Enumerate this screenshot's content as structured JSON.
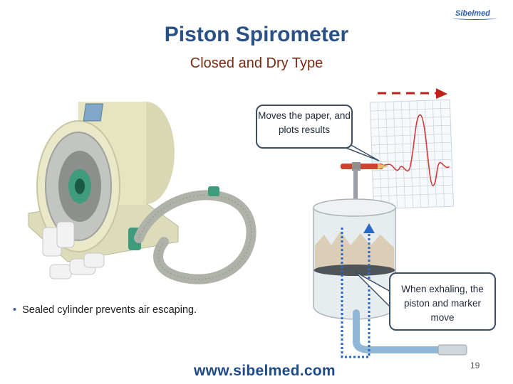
{
  "header": {
    "logo_text": "Sibelmed",
    "title": "Piston Spirometer",
    "subtitle": "Closed and Dry Type"
  },
  "callouts": {
    "top": "Moves the paper, and plots results",
    "bottom": "When exhaling, the piston and marker move"
  },
  "bullets": [
    "Sealed cylinder prevents air escaping."
  ],
  "footer": {
    "url": "www.sibelmed.com",
    "page_number": "19"
  },
  "colors": {
    "title": "#2a5185",
    "subtitle": "#7b2a12",
    "arrow_red": "#c0201a",
    "arrow_blue": "#2a68c8",
    "spirometer_body": "#e8e7c4"
  },
  "icons": {
    "paper_direction_arrow": "dashed-right-arrow",
    "air_flow_arrow": "dotted-up-arrow"
  }
}
